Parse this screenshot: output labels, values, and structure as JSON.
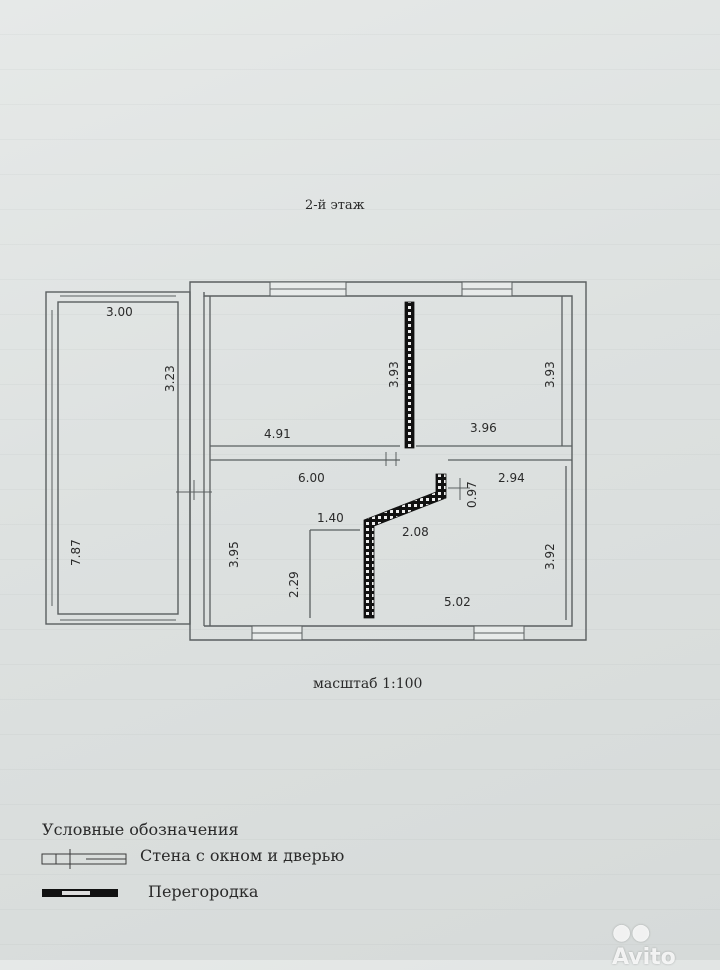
{
  "floor_title": "2-й этаж",
  "scale_caption": "масштаб 1:100",
  "legend": {
    "title": "Условные обозначения",
    "wall_label": "Стена с окном и дверью",
    "partition_label": "Перегородка"
  },
  "dimensions": {
    "veranda_width": "3.00",
    "veranda_length": "7.87",
    "veranda_inner": "3.23",
    "room1_width": "4.91",
    "room1_depth": "3.93",
    "room2_width": "3.96",
    "room2_depth": "3.93",
    "hall_width": "6.00",
    "hall_depth": "3.95",
    "bath_width": "1.40",
    "bath_depth": "2.29",
    "partition_diag": "2.08",
    "door_gap": "0.97",
    "room3_width_top": "2.94",
    "room3_width": "5.02",
    "room3_depth": "3.92"
  },
  "watermark": "Avito",
  "colors": {
    "paper": "#dfe3e2",
    "wall": "#5a5f60",
    "partition": "#1a1a1a"
  }
}
